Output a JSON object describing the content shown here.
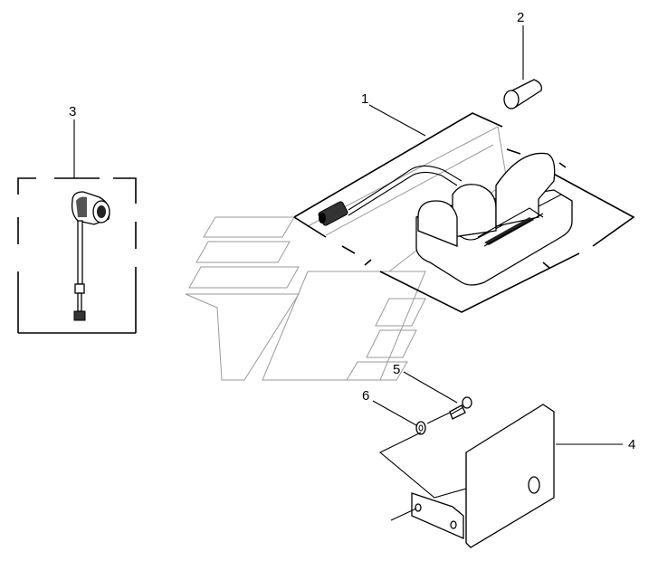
{
  "callouts": [
    {
      "id": "1",
      "label": "1"
    },
    {
      "id": "2",
      "label": "2"
    },
    {
      "id": "3",
      "label": "3"
    },
    {
      "id": "4",
      "label": "4"
    },
    {
      "id": "5",
      "label": "5"
    },
    {
      "id": "6",
      "label": "6"
    }
  ],
  "parts": {
    "p1": "docking-cradle",
    "p2": "cylinder-plug",
    "p3": "angled-connector-cable",
    "p4": "mounting-bracket",
    "p5": "screw",
    "p6": "washer"
  }
}
